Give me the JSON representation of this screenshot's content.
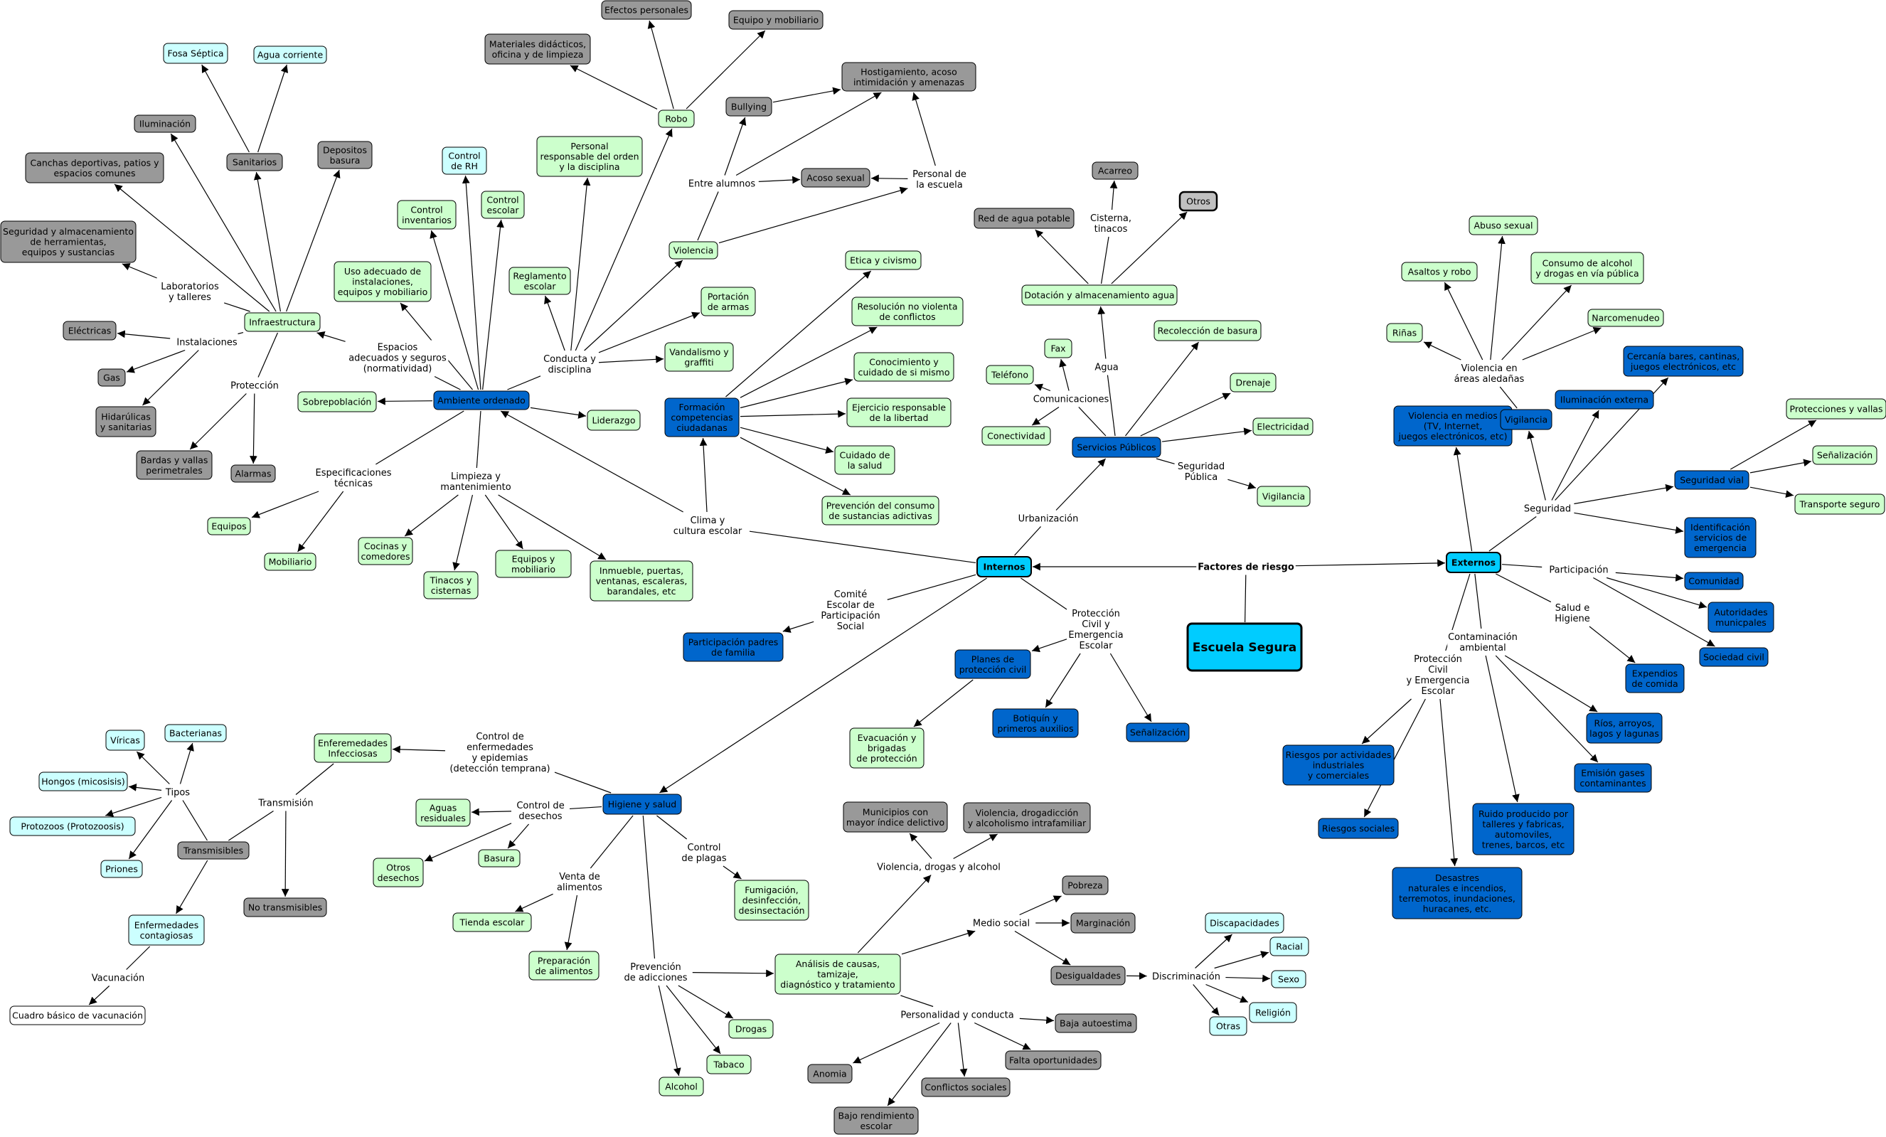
{
  "title": "Escuela Segura",
  "colors": {
    "green": "#ccffcc",
    "gray": "#999999",
    "gray_light": "#c0c0c0",
    "blue": "#0066cc",
    "cyan": "#ccffff",
    "cyan_bright": "#00ccff",
    "white": "#ffffff",
    "line": "#000000"
  },
  "nodes": [
    {
      "id": "title",
      "text": "Escuela Segura",
      "style": "title"
    },
    {
      "id": "internos",
      "text": "Internos",
      "style": "hub"
    },
    {
      "id": "externos",
      "text": "Externos",
      "style": "hub"
    },
    {
      "id": "infra",
      "text": "Infraestructura",
      "style": "green"
    },
    {
      "id": "sanitarios",
      "text": "Sanitarios",
      "style": "gray"
    },
    {
      "id": "fosa",
      "text": "Fosa Séptica",
      "style": "cyan"
    },
    {
      "id": "agua_corr",
      "text": "Agua corriente",
      "style": "cyan"
    },
    {
      "id": "ilum_int",
      "text": "Iluminación",
      "style": "gray"
    },
    {
      "id": "depositos",
      "text": "Depositos\nbasura",
      "style": "gray"
    },
    {
      "id": "canchas",
      "text": "Canchas deportivas, patios y\nespacios comunes",
      "style": "gray"
    },
    {
      "id": "seg_alm",
      "text": "Seguridad y almacenamiento\nde herramientas,\nequipos y sustancias",
      "style": "gray"
    },
    {
      "id": "electricas",
      "text": "Eléctricas",
      "style": "gray"
    },
    {
      "id": "gas",
      "text": "Gas",
      "style": "gray"
    },
    {
      "id": "hidraulicas",
      "text": "Hidarúlicas\ny sanitarias",
      "style": "gray"
    },
    {
      "id": "bardas",
      "text": "Bardas y vallas\nperimetrales",
      "style": "gray"
    },
    {
      "id": "alarmas",
      "text": "Alarmas",
      "style": "gray"
    },
    {
      "id": "sobrepob",
      "text": "Sobrepoblación",
      "style": "green"
    },
    {
      "id": "ambiente",
      "text": "Ambiente ordenado",
      "style": "blue"
    },
    {
      "id": "uso_adec",
      "text": "Uso adecuado de\ninstalaciones,\nequipos y mobiliario",
      "style": "green"
    },
    {
      "id": "ctrl_inv",
      "text": "Control\ninventarios",
      "style": "green"
    },
    {
      "id": "ctrl_rh",
      "text": "Control\nde RH",
      "style": "cyan"
    },
    {
      "id": "ctrl_esc",
      "text": "Control\nescolar",
      "style": "green"
    },
    {
      "id": "personal_resp",
      "text": "Personal\nresponsable del orden\ny la disciplina",
      "style": "green"
    },
    {
      "id": "reglamento",
      "text": "Reglamento\nescolar",
      "style": "green"
    },
    {
      "id": "equipos",
      "text": "Equipos",
      "style": "green"
    },
    {
      "id": "mobiliario",
      "text": "Mobiliario",
      "style": "green"
    },
    {
      "id": "cocinas",
      "text": "Cocinas y\ncomedores",
      "style": "green"
    },
    {
      "id": "tinacos",
      "text": "Tinacos y\ncisternas",
      "style": "green"
    },
    {
      "id": "equipos_mob",
      "text": "Equipos y\nmobiliario",
      "style": "green"
    },
    {
      "id": "inmueble",
      "text": "Inmueble, puertas,\nventanas, escaleras,\nbarandales, etc",
      "style": "green"
    },
    {
      "id": "liderazgo",
      "text": "Liderazgo",
      "style": "green"
    },
    {
      "id": "mat_did",
      "text": "Materiales didácticos,\noficina y de limpieza",
      "style": "gray"
    },
    {
      "id": "efectos",
      "text": "Efectos personales",
      "style": "gray"
    },
    {
      "id": "equipo_mob_robo",
      "text": "Equipo y mobiliario",
      "style": "gray"
    },
    {
      "id": "robo",
      "text": "Robo",
      "style": "green"
    },
    {
      "id": "bullying",
      "text": "Bullying",
      "style": "gray"
    },
    {
      "id": "hostig",
      "text": "Hostigamiento, acoso\nintimidación y amenazas",
      "style": "gray"
    },
    {
      "id": "acoso",
      "text": "Acoso sexual",
      "style": "gray"
    },
    {
      "id": "violencia_int",
      "text": "Violencia",
      "style": "green"
    },
    {
      "id": "portacion",
      "text": "Portación\nde armas",
      "style": "green"
    },
    {
      "id": "vandalismo",
      "text": "Vandalismo y\ngraffiti",
      "style": "green"
    },
    {
      "id": "formacion",
      "text": "Formación\ncompetencias\nciudadanas",
      "style": "blue"
    },
    {
      "id": "etica",
      "text": "Etica y civismo",
      "style": "green"
    },
    {
      "id": "resolucion",
      "text": "Resolución no violenta\nde conflictos",
      "style": "green"
    },
    {
      "id": "conocimiento",
      "text": "Conocimiento y\ncuidado de si mismo",
      "style": "green"
    },
    {
      "id": "ejercicio",
      "text": "Ejercicio responsable\nde la libertad",
      "style": "green"
    },
    {
      "id": "cuidado_salud",
      "text": "Cuidado de\nla salud",
      "style": "green"
    },
    {
      "id": "prevencion_cons",
      "text": "Prevención del consumo\nde sustancias adictivas",
      "style": "green"
    },
    {
      "id": "participacion_padres",
      "text": "Participación padres\nde familia",
      "style": "blue"
    },
    {
      "id": "planes",
      "text": "Planes de\nprotección civil",
      "style": "blue"
    },
    {
      "id": "evacuacion",
      "text": "Evacuación y\nbrigadas\nde protección",
      "style": "green"
    },
    {
      "id": "botiquin",
      "text": "Botiquín y\nprimeros auxilios",
      "style": "blue"
    },
    {
      "id": "senal_int",
      "text": "Señalización",
      "style": "blue"
    },
    {
      "id": "servicios",
      "text": "Servicios Públicos",
      "style": "blue"
    },
    {
      "id": "dotacion",
      "text": "Dotación y almacenamiento agua",
      "style": "green"
    },
    {
      "id": "red_agua",
      "text": "Red de agua potable",
      "style": "gray"
    },
    {
      "id": "acarreo",
      "text": "Acarreo",
      "style": "gray"
    },
    {
      "id": "otros_agua",
      "text": "Otros",
      "style": "gray_light"
    },
    {
      "id": "fax",
      "text": "Fax",
      "style": "green"
    },
    {
      "id": "telefono",
      "text": "Teléfono",
      "style": "green"
    },
    {
      "id": "conectividad",
      "text": "Conectividad",
      "style": "green"
    },
    {
      "id": "recoleccion",
      "text": "Recolección de basura",
      "style": "green"
    },
    {
      "id": "drenaje",
      "text": "Drenaje",
      "style": "green"
    },
    {
      "id": "electricidad",
      "text": "Electricidad",
      "style": "green"
    },
    {
      "id": "vigilancia_int",
      "text": "Vigilancia",
      "style": "green"
    },
    {
      "id": "higiene",
      "text": "Higiene y salud",
      "style": "blue"
    },
    {
      "id": "enf_inf",
      "text": "Enferemedades\nInfecciosas",
      "style": "green"
    },
    {
      "id": "transmisibles",
      "text": "Transmisibles",
      "style": "gray"
    },
    {
      "id": "no_transmisibles",
      "text": "No transmisibles",
      "style": "gray"
    },
    {
      "id": "viricas",
      "text": "Víricas",
      "style": "cyan"
    },
    {
      "id": "bacterianas",
      "text": "Bacterianas",
      "style": "cyan"
    },
    {
      "id": "hongos",
      "text": "Hongos (micosisis)",
      "style": "cyan"
    },
    {
      "id": "protozoos",
      "text": "Protozoos (Protozoosis)",
      "style": "cyan"
    },
    {
      "id": "priones",
      "text": "Priones",
      "style": "cyan"
    },
    {
      "id": "enf_cont",
      "text": "Enfermedades\ncontagiosas",
      "style": "cyan"
    },
    {
      "id": "cuadro_vac",
      "text": "Cuadro básico de vacunación",
      "style": "white"
    },
    {
      "id": "aguas_res",
      "text": "Aguas\nresiduales",
      "style": "green"
    },
    {
      "id": "otros_desechos",
      "text": "Otros\ndesechos",
      "style": "green"
    },
    {
      "id": "basura",
      "text": "Basura",
      "style": "green"
    },
    {
      "id": "fumigacion",
      "text": "Fumigación,\ndesinfección,\ndesinsectación",
      "style": "green"
    },
    {
      "id": "tienda",
      "text": "Tienda escolar",
      "style": "green"
    },
    {
      "id": "preparacion",
      "text": "Preparación\nde alimentos",
      "style": "green"
    },
    {
      "id": "drogas",
      "text": "Drogas",
      "style": "green"
    },
    {
      "id": "tabaco",
      "text": "Tabaco",
      "style": "green"
    },
    {
      "id": "alcohol",
      "text": "Alcohol",
      "style": "green"
    },
    {
      "id": "analisis",
      "text": "Análisis de causas,\ntamizaje,\ndiagnóstico y tratamiento",
      "style": "green"
    },
    {
      "id": "municipios",
      "text": "Municipios con\nmayor índice delictivo",
      "style": "gray"
    },
    {
      "id": "violencia_drog",
      "text": "Violencia, drogadicción\ny alcoholismo intrafamiliar",
      "style": "gray"
    },
    {
      "id": "pobreza",
      "text": "Pobreza",
      "style": "gray"
    },
    {
      "id": "marginacion",
      "text": "Marginación",
      "style": "gray"
    },
    {
      "id": "desigualdades",
      "text": "Desigualdades",
      "style": "gray"
    },
    {
      "id": "baja_auto",
      "text": "Baja autoestima",
      "style": "gray"
    },
    {
      "id": "falta_op",
      "text": "Falta oportunidades",
      "style": "gray"
    },
    {
      "id": "conflictos",
      "text": "Conflictos sociales",
      "style": "gray"
    },
    {
      "id": "anomia",
      "text": "Anomia",
      "style": "gray"
    },
    {
      "id": "bajo_rend",
      "text": "Bajo rendimiento\nescolar",
      "style": "gray"
    },
    {
      "id": "discapacidades",
      "text": "Discapacidades",
      "style": "cyan"
    },
    {
      "id": "racial",
      "text": "Racial",
      "style": "cyan"
    },
    {
      "id": "sexo",
      "text": "Sexo",
      "style": "cyan"
    },
    {
      "id": "religion",
      "text": "Religión",
      "style": "cyan"
    },
    {
      "id": "otras",
      "text": "Otras",
      "style": "cyan"
    },
    {
      "id": "abuso",
      "text": "Abuso sexual",
      "style": "green"
    },
    {
      "id": "asaltos",
      "text": "Asaltos y robo",
      "style": "green"
    },
    {
      "id": "consumo_alc",
      "text": "Consumo de alcohol\ny drogas en vía pública",
      "style": "green"
    },
    {
      "id": "rinas",
      "text": "Riñas",
      "style": "green"
    },
    {
      "id": "narco",
      "text": "Narcomenudeo",
      "style": "green"
    },
    {
      "id": "violencia_medios",
      "text": "Violencia en medios\n(TV, Internet,\njuegos electrónicos, etc)",
      "style": "blue"
    },
    {
      "id": "vigilancia_ext",
      "text": "Vigilancia",
      "style": "blue"
    },
    {
      "id": "ilum_ext",
      "text": "Iluminación externa",
      "style": "blue"
    },
    {
      "id": "cercania",
      "text": "Cercanía bares, cantinas,\njuegos electrónicos, etc",
      "style": "blue"
    },
    {
      "id": "protecciones",
      "text": "Protecciones y vallas",
      "style": "green"
    },
    {
      "id": "seg_vial",
      "text": "Seguridad vial",
      "style": "blue"
    },
    {
      "id": "senal_ext",
      "text": "Señalización",
      "style": "green"
    },
    {
      "id": "transporte",
      "text": "Transporte seguro",
      "style": "green"
    },
    {
      "id": "identificacion",
      "text": "Identificación\nservicios de\nemergencia",
      "style": "blue"
    },
    {
      "id": "comunidad",
      "text": "Comunidad",
      "style": "blue"
    },
    {
      "id": "autoridades",
      "text": "Autoridades\nmunicpales",
      "style": "blue"
    },
    {
      "id": "sociedad",
      "text": "Sociedad civil",
      "style": "blue"
    },
    {
      "id": "expendios",
      "text": "Expendios\nde comida",
      "style": "blue"
    },
    {
      "id": "rios",
      "text": "Ríos, arroyos,\nlagos y lagunas",
      "style": "blue"
    },
    {
      "id": "emision",
      "text": "Emisión gases\ncontaminantes",
      "style": "blue"
    },
    {
      "id": "ruido",
      "text": "Ruido producido por\ntalleres y fabricas,\nautomoviles,\ntrenes, barcos, etc",
      "style": "blue"
    },
    {
      "id": "riesgos_act",
      "text": "Riesgos por actividades\nindustriales\ny comerciales",
      "style": "blue"
    },
    {
      "id": "riesgos_soc",
      "text": "Riesgos sociales",
      "style": "blue"
    },
    {
      "id": "desastres",
      "text": "Desastres\nnaturales e incendios,\nterremotos, inundaciones,\nhuracanes, etc.",
      "style": "blue"
    }
  ],
  "labels": [
    {
      "id": "l_factores",
      "text": "Factores de riesgo",
      "bold": true
    },
    {
      "id": "l_lab",
      "text": "Laboratorios\ny talleres"
    },
    {
      "id": "l_inst",
      "text": "Instalaciones"
    },
    {
      "id": "l_prot_inf",
      "text": "Protección"
    },
    {
      "id": "l_espacios",
      "text": "Espacios\nadecuados y seguros\n(normatividad)"
    },
    {
      "id": "l_espec",
      "text": "Especificaciones\ntécnicas"
    },
    {
      "id": "l_limpieza",
      "text": "Limpieza y\nmantenimiento"
    },
    {
      "id": "l_conducta",
      "text": "Conducta y\ndisciplina"
    },
    {
      "id": "l_entre",
      "text": "Entre alumnos"
    },
    {
      "id": "l_personal_esc",
      "text": "Personal de\nla escuela"
    },
    {
      "id": "l_clima",
      "text": "Clima y\ncultura escolar"
    },
    {
      "id": "l_comite",
      "text": "Comité\nEscolar de\nParticipación\nSocial"
    },
    {
      "id": "l_prot_civil_int",
      "text": "Protección\nCivil y\nEmergencia\nEscolar"
    },
    {
      "id": "l_urbanizacion",
      "text": "Urbanización"
    },
    {
      "id": "l_cisterna",
      "text": "Cisterna,\ntinacos"
    },
    {
      "id": "l_comunicaciones",
      "text": "Comunicaciones"
    },
    {
      "id": "l_agua",
      "text": "Agua"
    },
    {
      "id": "l_seg_pub",
      "text": "Seguridad\nPública"
    },
    {
      "id": "l_control_enf",
      "text": "Control de\nenfermedades\ny epidemias\n(detección temprana)"
    },
    {
      "id": "l_transmision",
      "text": "Transmisión"
    },
    {
      "id": "l_tipos",
      "text": "Tipos"
    },
    {
      "id": "l_vacunacion",
      "text": "Vacunación"
    },
    {
      "id": "l_ctrl_desechos",
      "text": "Control de\ndesechos"
    },
    {
      "id": "l_ctrl_plagas",
      "text": "Control\nde plagas"
    },
    {
      "id": "l_venta",
      "text": "Venta de\nalimentos"
    },
    {
      "id": "l_prevencion",
      "text": "Prevención\nde adicciones"
    },
    {
      "id": "l_violencia_drog",
      "text": "Violencia, drogas y alcohol"
    },
    {
      "id": "l_medio",
      "text": "Medio social"
    },
    {
      "id": "l_personalidad",
      "text": "Personalidad y conducta"
    },
    {
      "id": "l_discriminacion",
      "text": "Discriminación"
    },
    {
      "id": "l_violencia_areas",
      "text": "Violencia en\náreas aledañas"
    },
    {
      "id": "l_seguridad",
      "text": "Seguridad"
    },
    {
      "id": "l_participacion",
      "text": "Participación"
    },
    {
      "id": "l_salud",
      "text": "Salud e\nHigiene"
    },
    {
      "id": "l_contaminacion",
      "text": "Contaminación\nambiental"
    },
    {
      "id": "l_prot_civil_ext",
      "text": "Protección\nCivil\ny Emergencia\nEscolar"
    }
  ]
}
